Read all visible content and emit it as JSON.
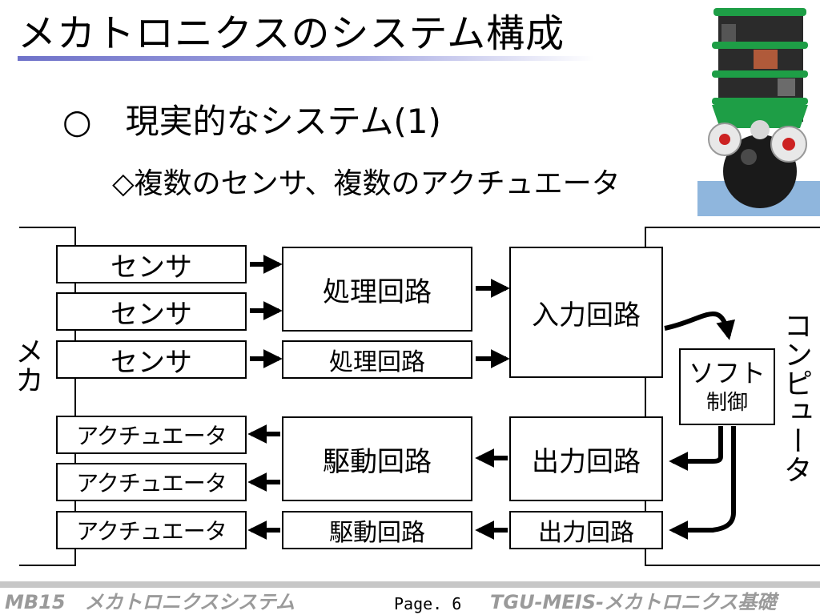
{
  "slide": {
    "title": "メカトロニクスのシステム構成",
    "heading1": "○　現実的なシステム(1)",
    "heading2": "◇複数のセンサ、複数のアクチュエータ"
  },
  "diagram": {
    "mecha_label": "メカ",
    "computer_label": "コンピュータ",
    "sensors": [
      "センサ",
      "センサ",
      "センサ"
    ],
    "actuators": [
      "アクチュエータ",
      "アクチュエータ",
      "アクチュエータ"
    ],
    "processing_circuits": [
      "処理回路",
      "処理回路"
    ],
    "input_circuit": "入力回路",
    "drive_circuits": [
      "駆動回路",
      "駆動回路"
    ],
    "output_circuits": [
      "出力回路",
      "出力回路"
    ],
    "software": {
      "line1": "ソフト",
      "line2": "制御"
    }
  },
  "footer": {
    "left": "MB15　メカトロニクスシステム",
    "page": "Page. 6",
    "right": "TGU-MEIS-メカトロニクス基礎"
  },
  "colors": {
    "title_rule": "#6f72c9",
    "footer_text": "#9a9a9a",
    "footer_rule": "#c7c7c7",
    "robot_body": "#1e9e46"
  }
}
